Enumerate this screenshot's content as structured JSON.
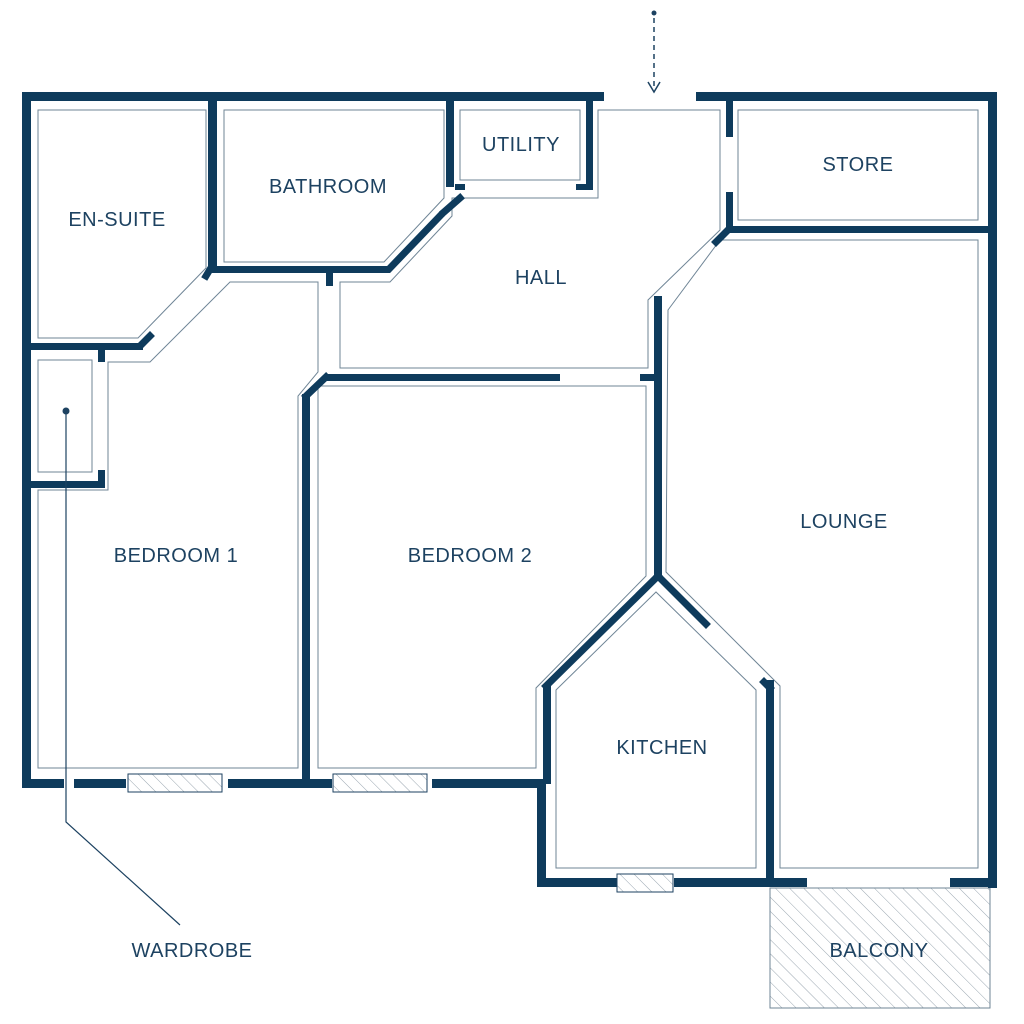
{
  "rooms": {
    "en_suite": "EN-SUITE",
    "bathroom": "BATHROOM",
    "utility": "UTILITY",
    "store": "STORE",
    "hall": "HALL",
    "lounge": "LOUNGE",
    "bedroom1": "BEDROOM 1",
    "bedroom2": "BEDROOM 2",
    "kitchen": "KITCHEN",
    "balcony": "BALCONY"
  },
  "callouts": {
    "wardrobe": "WARDROBE"
  },
  "colors": {
    "wall": "#0e3b5c",
    "text": "#1d4261",
    "inner_line": "#6f8596"
  }
}
